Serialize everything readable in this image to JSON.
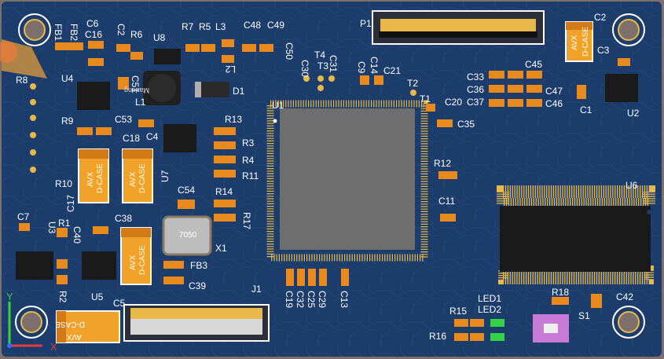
{
  "colors": {
    "board": "#1c3d6b",
    "silk": "#ffffff",
    "pad": "#e8b84a",
    "ic": "#1a1a1a",
    "cap": "#e88a1e",
    "mcu": "#707070",
    "switch": "#c77ad6",
    "led": "#34d34a"
  },
  "labels": {
    "fb1": "FB1",
    "fb2": "FB2",
    "c6": "C6",
    "c16": "C16",
    "c2a": "C2",
    "r6": "R6",
    "u8": "U8",
    "r7": "R7",
    "r5": "R5",
    "l3": "L3",
    "c48": "C48",
    "c49": "C49",
    "c50": "C50",
    "l2": "L2",
    "p1": "P1",
    "c2": "C2",
    "c3": "C3",
    "t4": "T4",
    "t3": "T3",
    "c31": "C31",
    "c30": "C30",
    "c9": "C9",
    "c14": "C14",
    "c21": "C21",
    "t2": "T2",
    "t1": "T1",
    "c20": "C20",
    "c33": "C33",
    "c36": "C36",
    "c37": "C37",
    "c45": "C45",
    "c47": "C47",
    "c46": "C46",
    "c1": "C1",
    "u2": "U2",
    "c35": "C35",
    "r8": "R8",
    "u4": "U4",
    "c51": "C51",
    "l1": "L1",
    "marking": "Marking",
    "d1": "D1",
    "u1": "U1",
    "r9": "R9",
    "c53": "C53",
    "c18": "C18",
    "c4": "C4",
    "r13": "R13",
    "r3": "R3",
    "r4": "R4",
    "r11": "R11",
    "r10": "R10",
    "c17": "C17",
    "u7": "U7",
    "r12": "R12",
    "c54": "C54",
    "r14": "R14",
    "r17": "R17",
    "c11": "C11",
    "u6": "U6",
    "c7": "C7",
    "u3": "U3",
    "r1": "R1",
    "c40": "C40",
    "c38": "C38",
    "crystal": "7050",
    "x1": "X1",
    "fb3": "FB3",
    "c39": "C39",
    "r2": "R2",
    "u5": "U5",
    "c5": "C5",
    "j1": "J1",
    "c19": "C19",
    "c32": "C32",
    "c25": "C25",
    "c29": "C29",
    "c13": "C13",
    "r15": "R15",
    "r16": "R16",
    "led1": "LED1",
    "led2": "LED2",
    "r18": "R18",
    "s1": "S1",
    "c42": "C42",
    "avx": "AVX",
    "dcase": "D-CASE",
    "axis_x": "X",
    "axis_y": "Y"
  }
}
